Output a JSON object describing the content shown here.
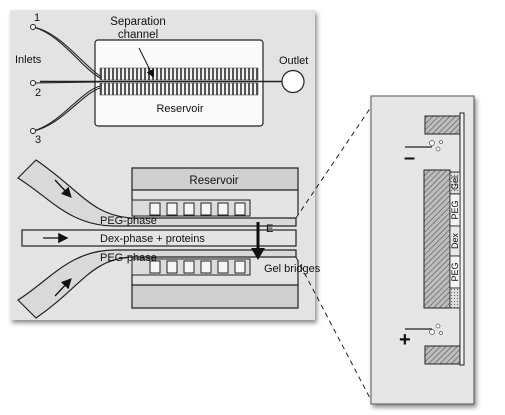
{
  "labels": {
    "separation_channel_line1": "Separation",
    "separation_channel_line2": "channel",
    "inlets": "Inlets",
    "inlet_1": "1",
    "inlet_2": "2",
    "inlet_3": "3",
    "outlet": "Outlet",
    "reservoir_top": "Reservoir",
    "reservoir_zoom": "Reservoir",
    "peg_phase_upper": "PEG-phase",
    "dex_phase": "Dex-phase + proteins",
    "peg_phase_lower": "PEG-phase",
    "field_e": "E",
    "gel_bridges": "Gel bridges",
    "minus": "–",
    "plus": "+",
    "cs_gel": "Gel",
    "cs_peg_upper": "PEG",
    "cs_dex": "Dex",
    "cs_peg_lower": "PEG"
  },
  "colors": {
    "panel_bg": "#e3e3e3",
    "cross_section_bg": "#e6e6e6",
    "channel_fill": "#d9d9d9",
    "block_fill": "#cfcfcf",
    "stroke": "#222222"
  }
}
